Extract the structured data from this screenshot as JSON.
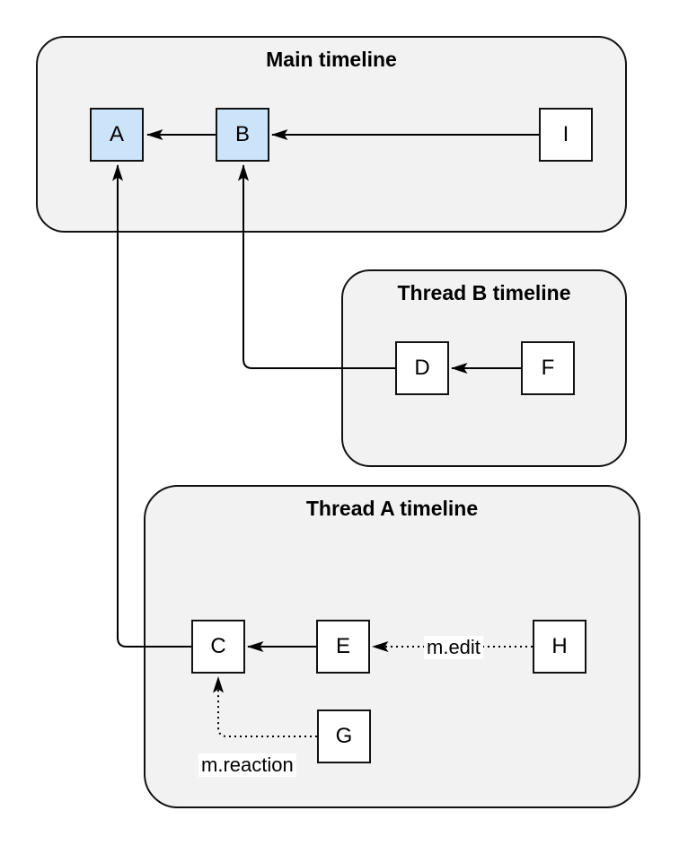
{
  "diagram": {
    "description": "Event relation diagram with a main timeline and two thread timelines",
    "containers": {
      "main": {
        "title": "Main timeline"
      },
      "thread_b": {
        "title": "Thread B timeline"
      },
      "thread_a": {
        "title": "Thread A timeline"
      }
    },
    "nodes": {
      "a": {
        "label": "A",
        "highlighted": true,
        "container": "main"
      },
      "b": {
        "label": "B",
        "highlighted": true,
        "container": "main"
      },
      "i": {
        "label": "I",
        "highlighted": false,
        "container": "main"
      },
      "d": {
        "label": "D",
        "highlighted": false,
        "container": "thread_b"
      },
      "f": {
        "label": "F",
        "highlighted": false,
        "container": "thread_b"
      },
      "c": {
        "label": "C",
        "highlighted": false,
        "container": "thread_a"
      },
      "e": {
        "label": "E",
        "highlighted": false,
        "container": "thread_a"
      },
      "h": {
        "label": "H",
        "highlighted": false,
        "container": "thread_a"
      },
      "g": {
        "label": "G",
        "highlighted": false,
        "container": "thread_a"
      }
    },
    "edges": {
      "b_to_a": {
        "from": "B",
        "to": "A",
        "style": "solid",
        "label": ""
      },
      "i_to_b": {
        "from": "I",
        "to": "B",
        "style": "solid",
        "label": ""
      },
      "f_to_d": {
        "from": "F",
        "to": "D",
        "style": "solid",
        "label": ""
      },
      "d_to_b": {
        "from": "D",
        "to": "B",
        "style": "solid",
        "label": ""
      },
      "e_to_c": {
        "from": "E",
        "to": "C",
        "style": "solid",
        "label": ""
      },
      "c_to_a": {
        "from": "C",
        "to": "A",
        "style": "solid",
        "label": ""
      },
      "h_to_e": {
        "from": "H",
        "to": "E",
        "style": "dotted",
        "label": "m.edit"
      },
      "g_to_c": {
        "from": "G",
        "to": "C",
        "style": "dotted",
        "label": "m.reaction"
      }
    },
    "colors": {
      "container_fill": "#f2f2f2",
      "container_stroke": "#121212",
      "node_fill": "#ffffff",
      "node_highlight_fill": "#cce4fa",
      "node_stroke": "#121212",
      "connector": "#000000",
      "edge_label_background": "#ffffff"
    }
  }
}
